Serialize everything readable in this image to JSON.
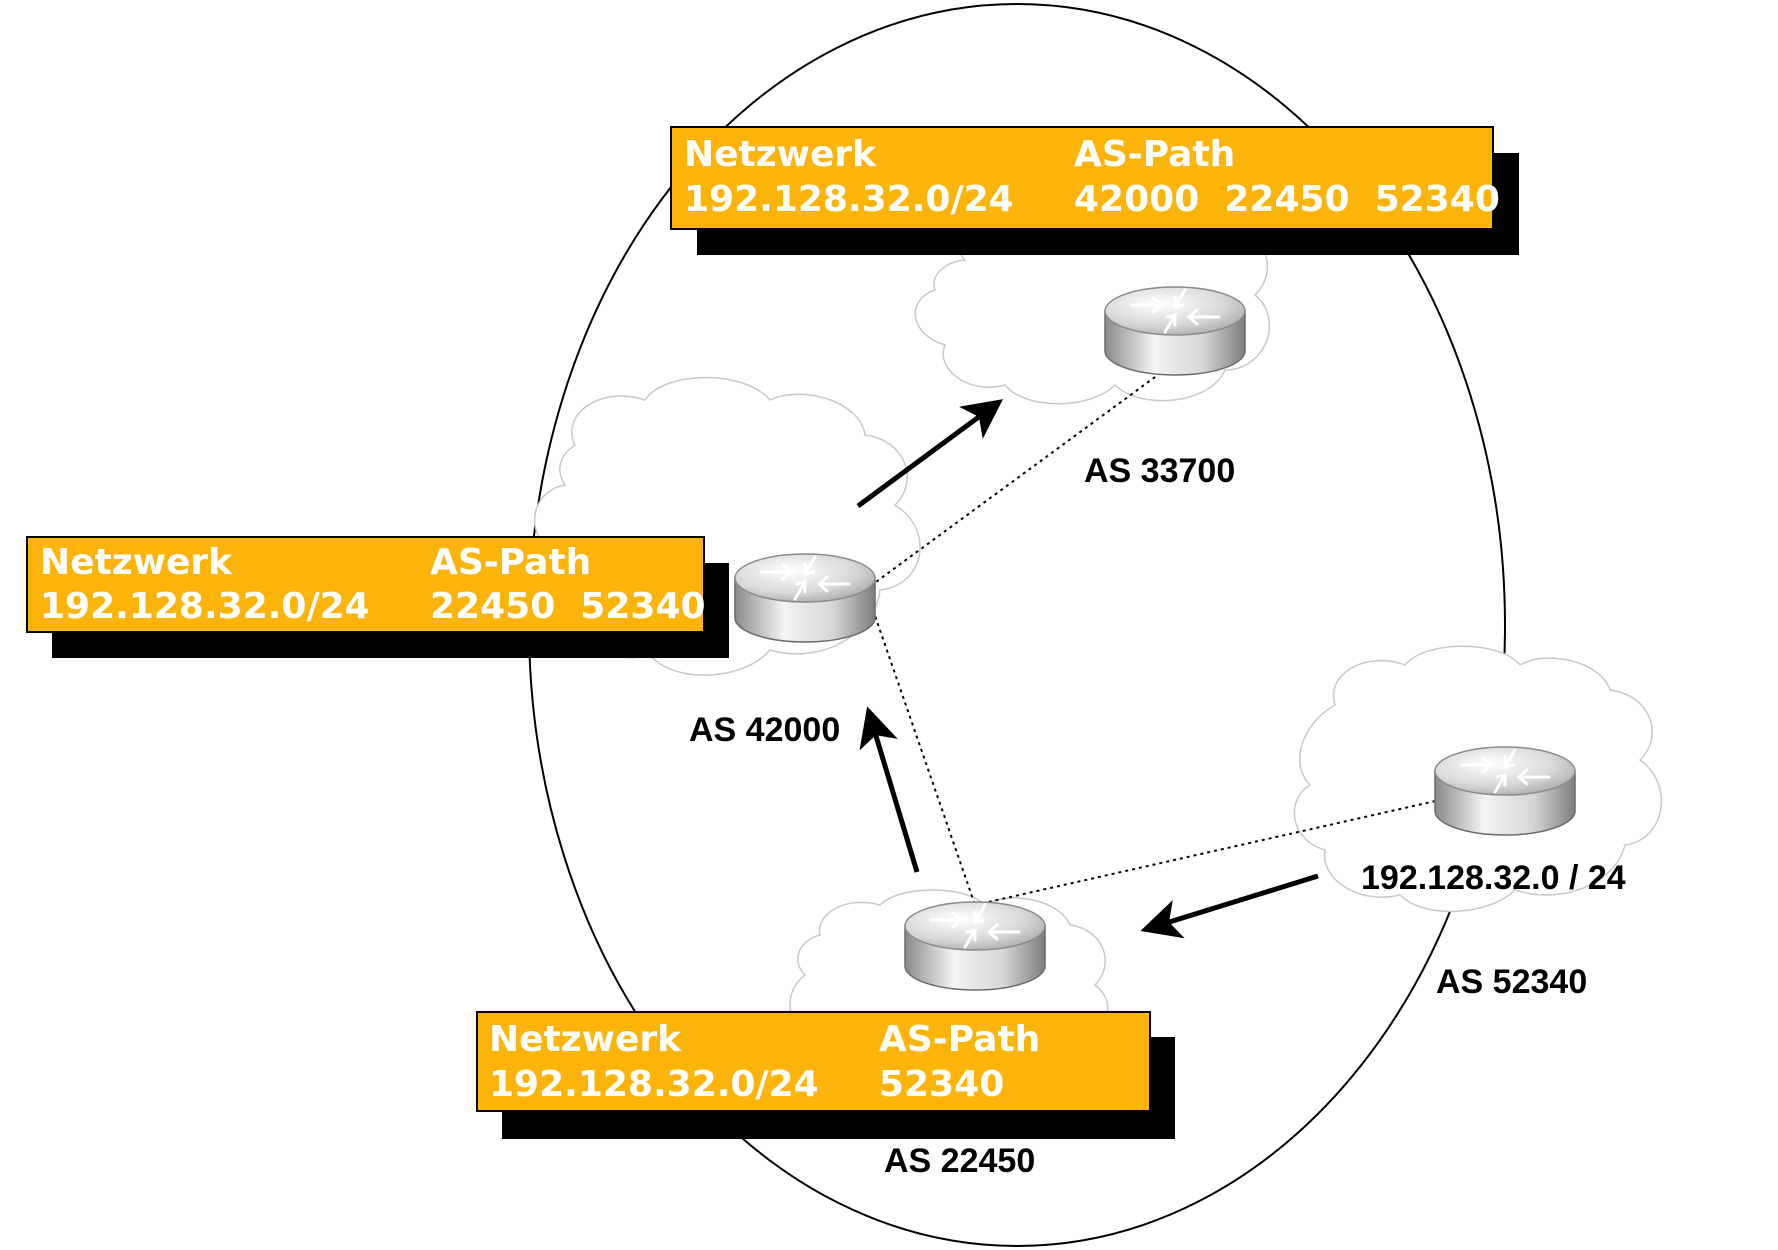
{
  "colors": {
    "table_fill": "#fcb40b",
    "table_shadow": "#000000",
    "cloud_outline": "#c8c8c8",
    "arrow": "#000000",
    "link": "#000000"
  },
  "icons": [
    "router-icon",
    "cloud-shape",
    "arrow-icon"
  ],
  "routing_tables": {
    "as33700": {
      "col1_header": "Netzwerk",
      "col2_header": "AS-Path",
      "network": "192.128.32.0/24",
      "path": "42000  22450  52340"
    },
    "as42000": {
      "col1_header": "Netzwerk",
      "col2_header": "AS-Path",
      "network": "192.128.32.0/24",
      "path": "22450  52340"
    },
    "as22450": {
      "col1_header": "Netzwerk",
      "col2_header": "AS-Path",
      "network": "192.128.32.0/24",
      "path": "52340"
    }
  },
  "as_labels": {
    "as33700": "AS 33700",
    "as42000": "AS 42000",
    "as22450": "AS 22450",
    "as52340": "AS 52340"
  },
  "origin_network": "192.128.32.0 / 24"
}
